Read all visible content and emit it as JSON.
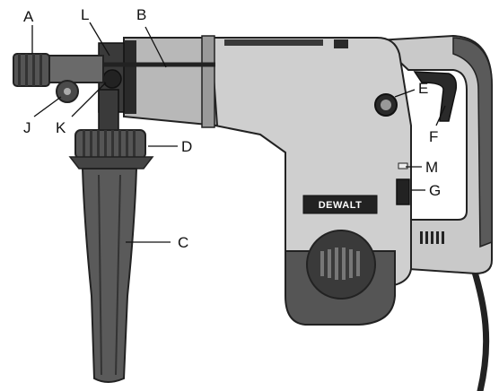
{
  "diagram": {
    "brand": "DEWALT",
    "labels": {
      "A": "A",
      "B": "B",
      "C": "C",
      "D": "D",
      "E": "E",
      "F": "F",
      "G": "G",
      "J": "J",
      "K": "K",
      "L": "L",
      "M": "M"
    }
  },
  "colors": {
    "body": "#c9c9c9",
    "body_dark": "#8a8a8a",
    "rubber": "#4a4a4a",
    "black": "#1a1a1a",
    "brand_plate": "#222222"
  }
}
